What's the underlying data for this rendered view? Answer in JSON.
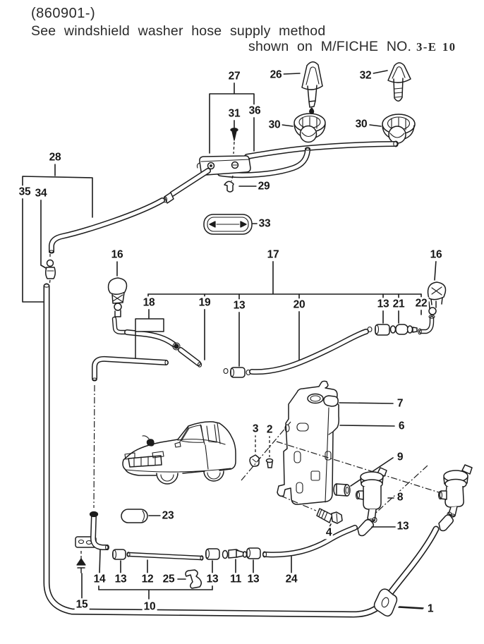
{
  "page": {
    "background": "#ffffff",
    "ink": "#1c1c1c"
  },
  "header": {
    "code": "(860901-)",
    "note_line1": "See windshield washer hose supply method",
    "note_line2": "shown on M/FICHE NO.",
    "fiche_ref": "3-E 10"
  },
  "callouts": [
    {
      "text": "27"
    },
    {
      "text": "26"
    },
    {
      "text": "32"
    },
    {
      "text": "31"
    },
    {
      "text": "36"
    },
    {
      "text": "30"
    },
    {
      "text": "30"
    },
    {
      "text": "28"
    },
    {
      "text": "35"
    },
    {
      "text": "34"
    },
    {
      "text": "29"
    },
    {
      "text": "33"
    },
    {
      "text": "16"
    },
    {
      "text": "17"
    },
    {
      "text": "16"
    },
    {
      "text": "18"
    },
    {
      "text": "19"
    },
    {
      "text": "13"
    },
    {
      "text": "20"
    },
    {
      "text": "13"
    },
    {
      "text": "21"
    },
    {
      "text": "22"
    },
    {
      "text": "7"
    },
    {
      "text": "6"
    },
    {
      "text": "3"
    },
    {
      "text": "2"
    },
    {
      "text": "9"
    },
    {
      "text": "8"
    },
    {
      "text": "23"
    },
    {
      "text": "4"
    },
    {
      "text": "13"
    },
    {
      "text": "14"
    },
    {
      "text": "13"
    },
    {
      "text": "12"
    },
    {
      "text": "25"
    },
    {
      "text": "13"
    },
    {
      "text": "11"
    },
    {
      "text": "13"
    },
    {
      "text": "24"
    },
    {
      "text": "10"
    },
    {
      "text": "15"
    },
    {
      "text": "1"
    }
  ]
}
